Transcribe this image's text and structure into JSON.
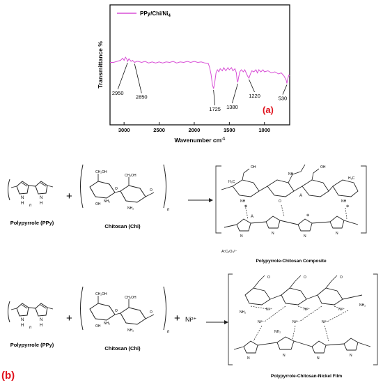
{
  "chart_data": {
    "type": "line",
    "panel_label": "(a)",
    "series": [
      {
        "name": "PPy/Chi/Ni4",
        "color": "#d84fd6"
      }
    ],
    "xlabel": "Wavenumber cm⁻¹",
    "ylabel": "Transmittance %",
    "xlim": [
      3200,
      640
    ],
    "x_ticks": [
      "3000",
      "2500",
      "2000",
      "1500",
      "1000"
    ],
    "x_tick_values": [
      3000,
      2500,
      2000,
      1500,
      1000
    ],
    "annotations": [
      {
        "label": "2950",
        "x": 2950
      },
      {
        "label": "2850",
        "x": 2850
      },
      {
        "label": "1725",
        "x": 1725
      },
      {
        "label": "1380",
        "x": 1380
      },
      {
        "label": "1220",
        "x": 1220
      },
      {
        "label": "530",
        "x": 680
      }
    ],
    "points": [
      [
        3200,
        0.62
      ],
      [
        3150,
        0.62
      ],
      [
        3100,
        0.6
      ],
      [
        3050,
        0.58
      ],
      [
        3020,
        0.54
      ],
      [
        3000,
        0.58
      ],
      [
        2980,
        0.52
      ],
      [
        2960,
        0.56
      ],
      [
        2950,
        0.6
      ],
      [
        2930,
        0.55
      ],
      [
        2900,
        0.6
      ],
      [
        2880,
        0.58
      ],
      [
        2850,
        0.62
      ],
      [
        2820,
        0.6
      ],
      [
        2800,
        0.6
      ],
      [
        2750,
        0.62
      ],
      [
        2700,
        0.6
      ],
      [
        2650,
        0.63
      ],
      [
        2600,
        0.61
      ],
      [
        2550,
        0.63
      ],
      [
        2500,
        0.61
      ],
      [
        2450,
        0.63
      ],
      [
        2400,
        0.61
      ],
      [
        2350,
        0.62
      ],
      [
        2300,
        0.6
      ],
      [
        2250,
        0.63
      ],
      [
        2200,
        0.61
      ],
      [
        2150,
        0.62
      ],
      [
        2100,
        0.6
      ],
      [
        2050,
        0.62
      ],
      [
        2000,
        0.6
      ],
      [
        1950,
        0.62
      ],
      [
        1900,
        0.61
      ],
      [
        1850,
        0.63
      ],
      [
        1800,
        0.64
      ],
      [
        1780,
        0.72
      ],
      [
        1760,
        0.85
      ],
      [
        1740,
        1.05
      ],
      [
        1725,
        1.12
      ],
      [
        1710,
        1.02
      ],
      [
        1690,
        0.82
      ],
      [
        1670,
        0.76
      ],
      [
        1650,
        0.8
      ],
      [
        1630,
        0.74
      ],
      [
        1600,
        0.78
      ],
      [
        1580,
        0.72
      ],
      [
        1550,
        0.78
      ],
      [
        1520,
        0.72
      ],
      [
        1500,
        0.76
      ],
      [
        1470,
        0.72
      ],
      [
        1450,
        0.78
      ],
      [
        1420,
        0.74
      ],
      [
        1400,
        0.82
      ],
      [
        1390,
        0.95
      ],
      [
        1380,
        1.0
      ],
      [
        1370,
        0.92
      ],
      [
        1350,
        0.8
      ],
      [
        1330,
        0.76
      ],
      [
        1300,
        0.8
      ],
      [
        1280,
        0.76
      ],
      [
        1260,
        0.82
      ],
      [
        1240,
        0.88
      ],
      [
        1220,
        0.92
      ],
      [
        1200,
        0.84
      ],
      [
        1180,
        0.78
      ],
      [
        1150,
        0.8
      ],
      [
        1120,
        0.76
      ],
      [
        1100,
        0.82
      ],
      [
        1080,
        0.76
      ],
      [
        1050,
        0.8
      ],
      [
        1020,
        0.76
      ],
      [
        1000,
        0.8
      ],
      [
        950,
        0.78
      ],
      [
        900,
        0.82
      ],
      [
        850,
        0.8
      ],
      [
        800,
        0.84
      ],
      [
        760,
        0.82
      ],
      [
        720,
        0.88
      ],
      [
        690,
        0.96
      ],
      [
        680,
        1.02
      ],
      [
        670,
        0.94
      ],
      [
        650,
        0.86
      ],
      [
        640,
        0.88
      ]
    ]
  },
  "scheme_a": {
    "left_structure_label": "Polypyrrole (PPy)",
    "plus": "+",
    "middle_structure_label": "Chitosan (Chi)",
    "subscript_n": "n",
    "product_label": "Polypyrrole-Chitosan Composite",
    "anion_label": "A:C₂O₄²⁻",
    "atom_A": "A"
  },
  "scheme_b": {
    "panel_label": "(b)",
    "left_structure_label": "Polypyrrole (PPy)",
    "plus": "+",
    "middle_structure_label": "Chitosan (Chi)",
    "subscript_n": "n",
    "nickel": "Ni²⁺",
    "product_label": "Polypyrrole-Chitosan-Nickel Film",
    "ni_atom": "Ni²⁺"
  },
  "colors": {
    "accent": "#e0101b",
    "series": "#d84fd6"
  }
}
